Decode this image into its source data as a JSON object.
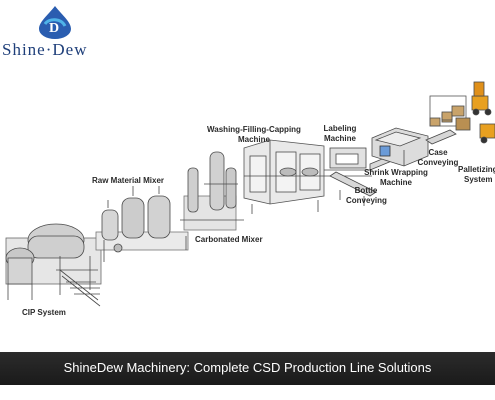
{
  "brand": {
    "name": "Shine·Dew",
    "accent": "#2a5db0",
    "logo_colors": [
      "#2a5db0",
      "#4fb3e8",
      "#ffffff"
    ]
  },
  "stations": {
    "cip": "CIP System",
    "raw_mixer": "Raw Material Mixer",
    "carbonated_mixer": "Carbonated Mixer",
    "filling_l1": "Washing-Filling-Capping",
    "filling_l2": "Machine",
    "labeling_l1": "Labeling",
    "labeling_l2": "Machine",
    "bottle_l1": "Bottle",
    "bottle_l2": "Conveying",
    "shrink_l1": "Shrink Wrapping",
    "shrink_l2": "Machine",
    "case_l1": "Case",
    "case_l2": "Conveying",
    "pallet_l1": "Palletizing",
    "pallet_l2": "System"
  },
  "banner": {
    "text": "ShineDew Machinery: Complete CSD Production Line Solutions",
    "bg": "#1e1e1e"
  }
}
